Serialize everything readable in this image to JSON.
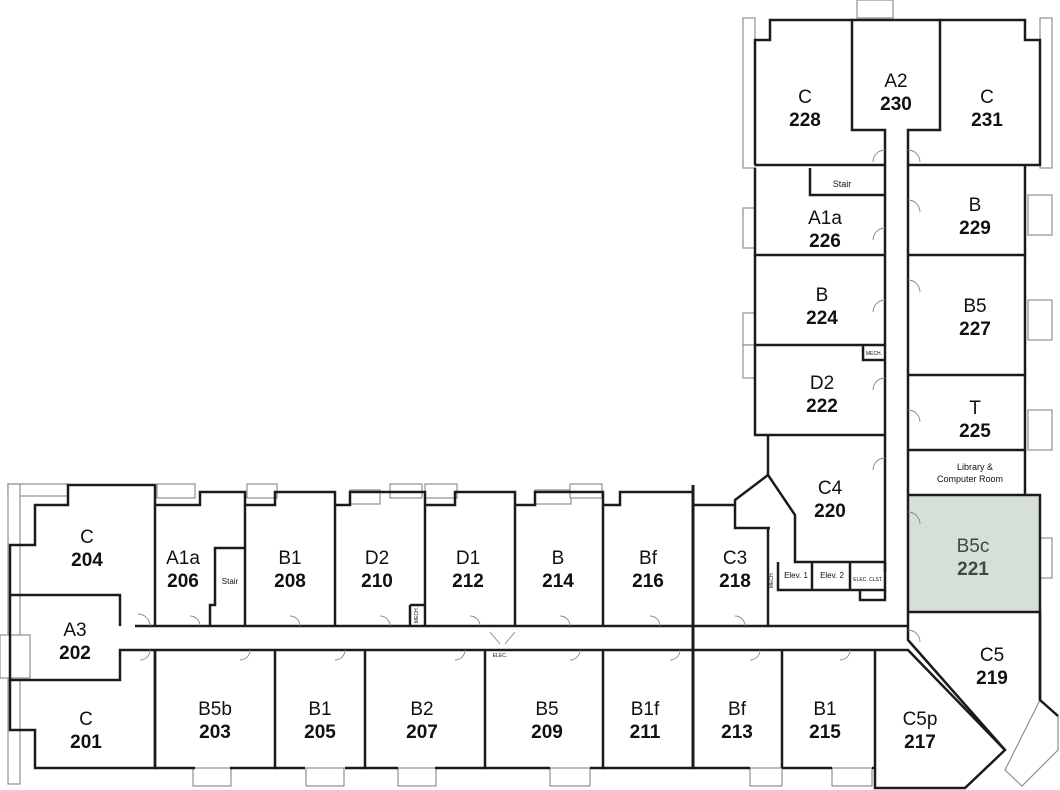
{
  "highlight_color": "#d7e0d6",
  "rooms": [
    {
      "type": "C",
      "number": "228"
    },
    {
      "type": "A2",
      "number": "230"
    },
    {
      "type": "C",
      "number": "231"
    },
    {
      "type": "A1a",
      "number": "226"
    },
    {
      "type": "B",
      "number": "229"
    },
    {
      "type": "B",
      "number": "224"
    },
    {
      "type": "B5",
      "number": "227"
    },
    {
      "type": "D2",
      "number": "222"
    },
    {
      "type": "T",
      "number": "225"
    },
    {
      "type": "C4",
      "number": "220"
    },
    {
      "type": "B5c",
      "number": "221",
      "highlighted": true
    },
    {
      "type": "C",
      "number": "204"
    },
    {
      "type": "A1a",
      "number": "206"
    },
    {
      "type": "B1",
      "number": "208"
    },
    {
      "type": "D2",
      "number": "210"
    },
    {
      "type": "D1",
      "number": "212"
    },
    {
      "type": "B",
      "number": "214"
    },
    {
      "type": "Bf",
      "number": "216"
    },
    {
      "type": "C3",
      "number": "218"
    },
    {
      "type": "A3",
      "number": "202"
    },
    {
      "type": "C5",
      "number": "219"
    },
    {
      "type": "C",
      "number": "201"
    },
    {
      "type": "B5b",
      "number": "203"
    },
    {
      "type": "B1",
      "number": "205"
    },
    {
      "type": "B2",
      "number": "207"
    },
    {
      "type": "B5",
      "number": "209"
    },
    {
      "type": "B1f",
      "number": "211"
    },
    {
      "type": "Bf",
      "number": "213"
    },
    {
      "type": "B1",
      "number": "215"
    },
    {
      "type": "C5p",
      "number": "217"
    }
  ],
  "library": {
    "line1": "Library &",
    "line2": "Computer Room"
  },
  "labels": {
    "stair_top": "Stair",
    "stair_206": "Stair",
    "elev1": "Elev. 1",
    "elev2": "Elev. 2",
    "elec_clst": "ELEC. CLST.",
    "elec_corridor": "ELEC.",
    "mech_top": "MECH.",
    "mech_low": "MECH.",
    "mech_218": "MECH."
  }
}
